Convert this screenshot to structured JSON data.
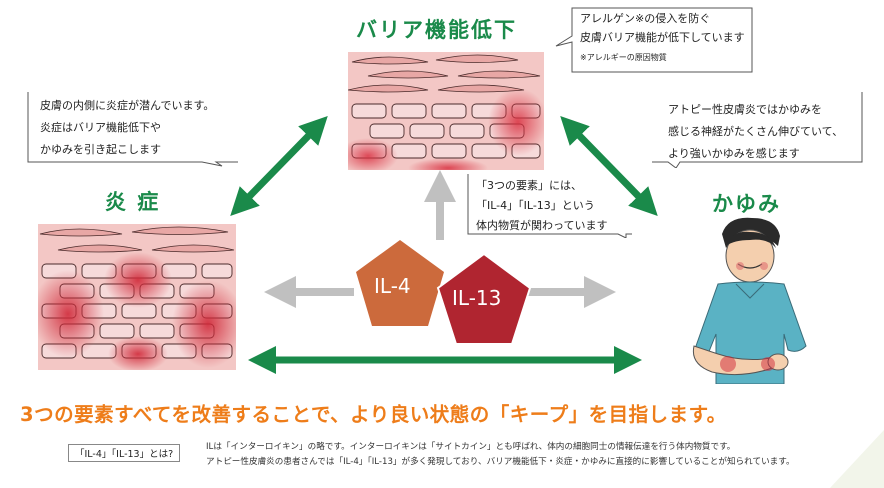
{
  "top": {
    "title": "バリア機能低下",
    "callout": [
      "アレルゲン※の侵入を防ぐ",
      "皮膚バリア機能が低下しています"
    ],
    "note": "※アレルギーの原因物質"
  },
  "left": {
    "title": "炎 症",
    "callout": [
      "皮膚の内側に炎症が潜んでいます。",
      "炎症はバリア機能低下や",
      "かゆみを引き起こします"
    ]
  },
  "right": {
    "title": "かゆみ",
    "callout": [
      "アトピー性皮膚炎ではかゆみを",
      "感じる神経がたくさん伸びていて、",
      "より強いかゆみを感じます"
    ]
  },
  "center": {
    "callout": [
      "「3つの要素」には、",
      "「IL-4」「IL-13」という",
      "体内物質が関わっています"
    ],
    "il4": "IL-4",
    "il13": "IL-13"
  },
  "headline": "3つの要素すべてを改善することで、より良い状態の「キープ」を目指します。",
  "footnote": {
    "label": "「IL-4」「IL-13」とは?",
    "lines": [
      "ILは「インターロイキン」の略です。インターロイキンは「サイトカイン」とも呼ばれ、体内の細胞同士の情報伝達を行う体内物質です。",
      "アトピー性皮膚炎の患者さんでは「IL-4」「IL-13」が多く発現しており、バリア機能低下・炎症・かゆみに直接的に影響していることが知られています。"
    ]
  },
  "colors": {
    "green": "#1a8a4a",
    "orange": "#ee7d1a",
    "il4": "#cc6a3c",
    "il13": "#b02530",
    "gray_arrow": "#c0c0c0"
  }
}
